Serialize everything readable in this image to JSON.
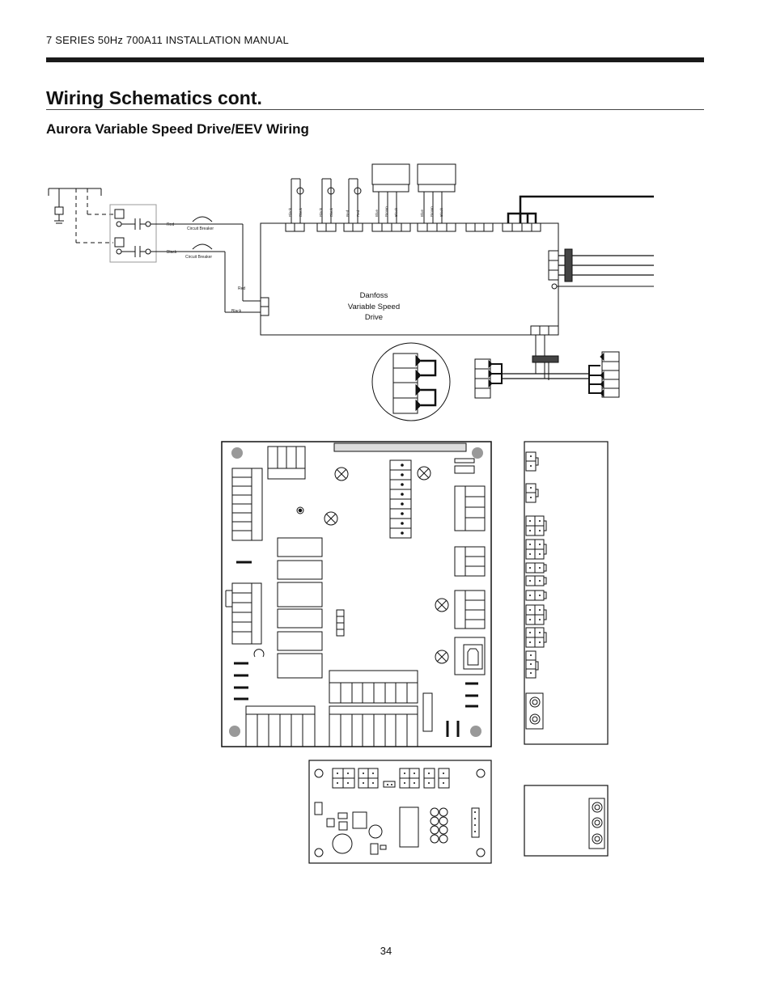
{
  "header": {
    "manual": "7 SERIES 50Hz 700A11 INSTALLATION MANUAL"
  },
  "page": {
    "title": "Wiring Schematics cont.",
    "section": "Aurora Variable Speed Drive/EEV Wiring",
    "number": "34"
  },
  "diagram": {
    "breaker_1": "Circuit Breaker",
    "breaker_2": "Circuit Breaker",
    "wire_red_1": "Red",
    "wire_black_1": "Black",
    "wire_red_2": "Red",
    "wire_black_2": "Black",
    "drive_line_1": "Danfoss",
    "drive_line_2": "Variable Speed",
    "drive_line_3": "Drive",
    "terminal_wires": [
      "Black",
      "Black",
      "Black",
      "Black",
      "Red",
      "Red",
      "Blue",
      "Brown",
      "Black",
      "Blue",
      "Brown",
      "Black"
    ]
  }
}
